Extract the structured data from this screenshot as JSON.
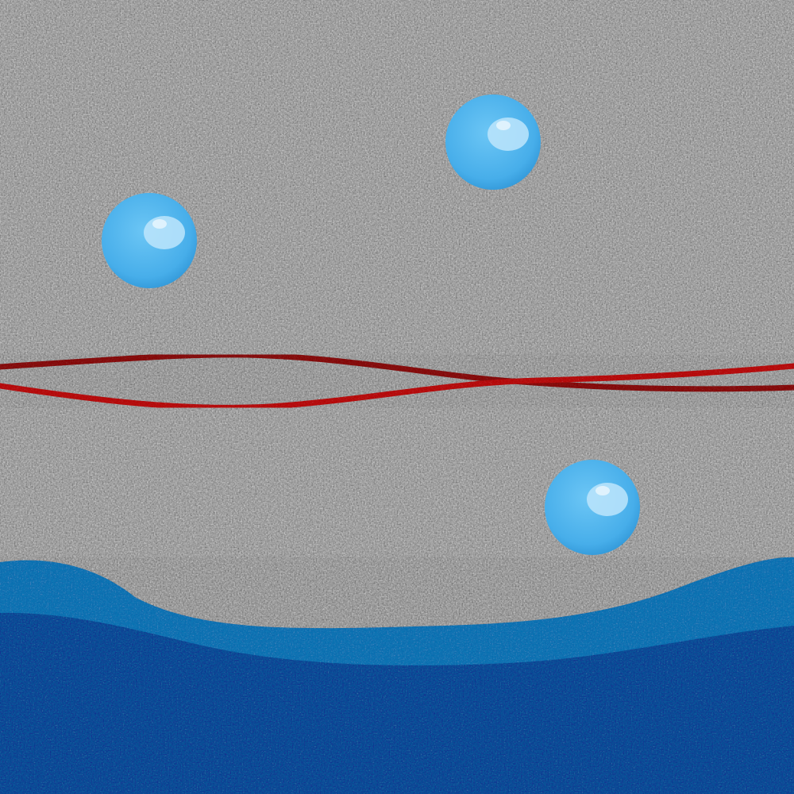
{
  "scene": {
    "wall": {
      "color": "#a2a2a2",
      "texture": "rough-stucco"
    },
    "water": {
      "surface_color": "#2d7dbd",
      "deep_color": "#0f5aa0"
    },
    "strings": [
      {
        "name": "red-string",
        "color": "#c0121b"
      },
      {
        "name": "dark-red-string",
        "color": "#8f0f14"
      }
    ],
    "bubbles": [
      {
        "color": "#4fb4ee",
        "highlight": "#bde5fb"
      },
      {
        "color": "#4fb4ee",
        "highlight": "#bde5fb"
      },
      {
        "color": "#4fb4ee",
        "highlight": "#bde5fb"
      }
    ]
  }
}
